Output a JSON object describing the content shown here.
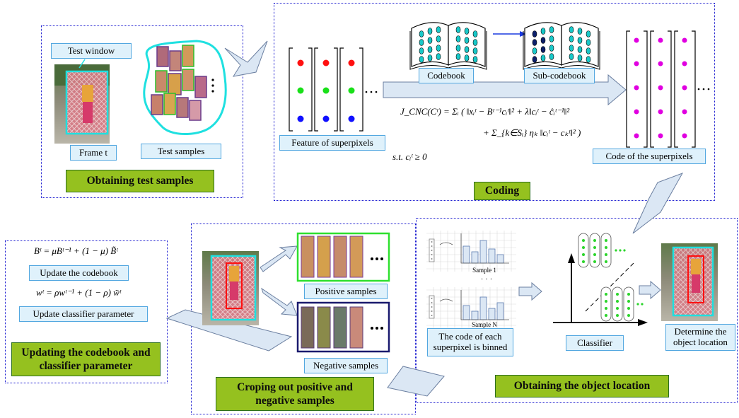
{
  "panels": {
    "obtaining": {
      "title": "Obtaining test samples",
      "test_window": "Test window",
      "frame": "Frame t",
      "test_samples": "Test samples"
    },
    "coding": {
      "title": "Coding",
      "codebook": "Codebook",
      "subcodebook": "Sub-codebook",
      "feature": "Feature of superpixels",
      "code": "Code of the superpixels",
      "eq_line1": "J_CNC(Cᵗ) = Σᵢ ( ‖xᵢᵗ − Bᵗ⁻¹cᵢᵗ‖² + λ‖cᵢᵗ − ĉᵢᵗ⁻¹‖²",
      "eq_line2": "+ Σ_{k∈Sᵢ} ηₖ ‖cᵢᵗ − cₖᵗ‖² )",
      "constraint": "s.t. cᵢᵗ ≥ 0"
    },
    "location": {
      "title": "Obtaining the object location",
      "sample1": "Sample 1",
      "sampleN": "Sample N",
      "dots": "· · ·",
      "binned": "The code of each superpixel is binned",
      "classifier": "Classifier",
      "determine": "Determine the object location"
    },
    "cropping": {
      "title": "Croping out positive and negative samples",
      "positive": "Positive samples",
      "negative": "Negative samples"
    },
    "updating": {
      "title": "Updating the codebook and classifier parameter",
      "eq_b": "Bᵗ = μBᵗ⁻¹ + (1 − μ) B̃ᵗ",
      "update_codebook": "Update the codebook",
      "eq_w": "wᵗ = ρwᵗ⁻¹ + (1 − ρ) w̃ᵗ",
      "update_classifier": "Update classifier parameter"
    }
  },
  "colors": {
    "panel_border": "#1a1ad0",
    "label_fill": "#dff1fb",
    "label_border": "#52a7e0",
    "title_fill": "#95c11f",
    "arrow_fill": "#dbe7f4",
    "magenta": "#e000e0",
    "cyan_window": "#1fe0e0"
  }
}
